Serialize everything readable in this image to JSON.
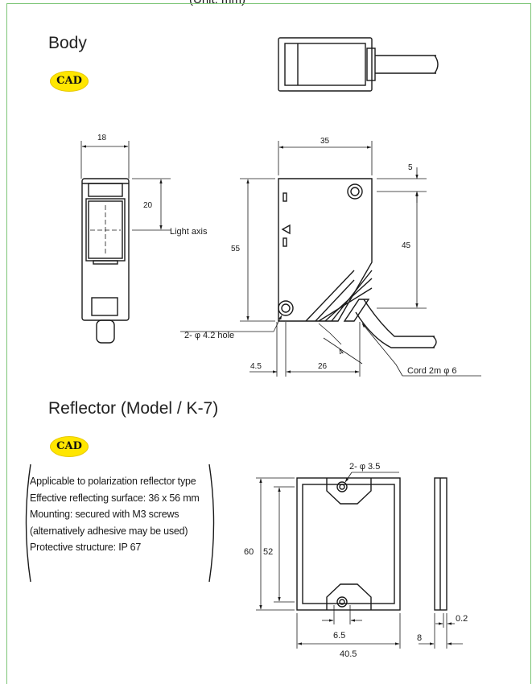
{
  "top_text": "(Unit: mm)",
  "sections": {
    "body_title": "Body",
    "reflector_title": "Reflector (Model / K-7)"
  },
  "badges": {
    "cad_label": "CAD"
  },
  "reflector_notes": [
    "Applicable to polarization reflector type",
    "Effective reflecting surface: 36 x 56 mm",
    "Mounting: secured with M3 screws",
    "(alternatively adhesive may be used)",
    "Protective structure: IP 67"
  ],
  "body_dims": {
    "width": "18",
    "axis_offset": "20",
    "light_axis": "Light axis",
    "length": "35",
    "top_offset": "5",
    "height": "55",
    "hole_pitch": "45",
    "hole_label": "2- φ 4.2 hole",
    "left_offset": "4.5",
    "bottom_pitch": "26",
    "cord_label": "Cord 2m  φ 6",
    "small_dim": "4"
  },
  "reflector_dims": {
    "hole_label": "2- φ 3.5",
    "outer_height": "60",
    "inner_height": "52",
    "hole_spacing": "6.5",
    "width": "40.5",
    "thickness": "8",
    "edge": "0.2"
  }
}
